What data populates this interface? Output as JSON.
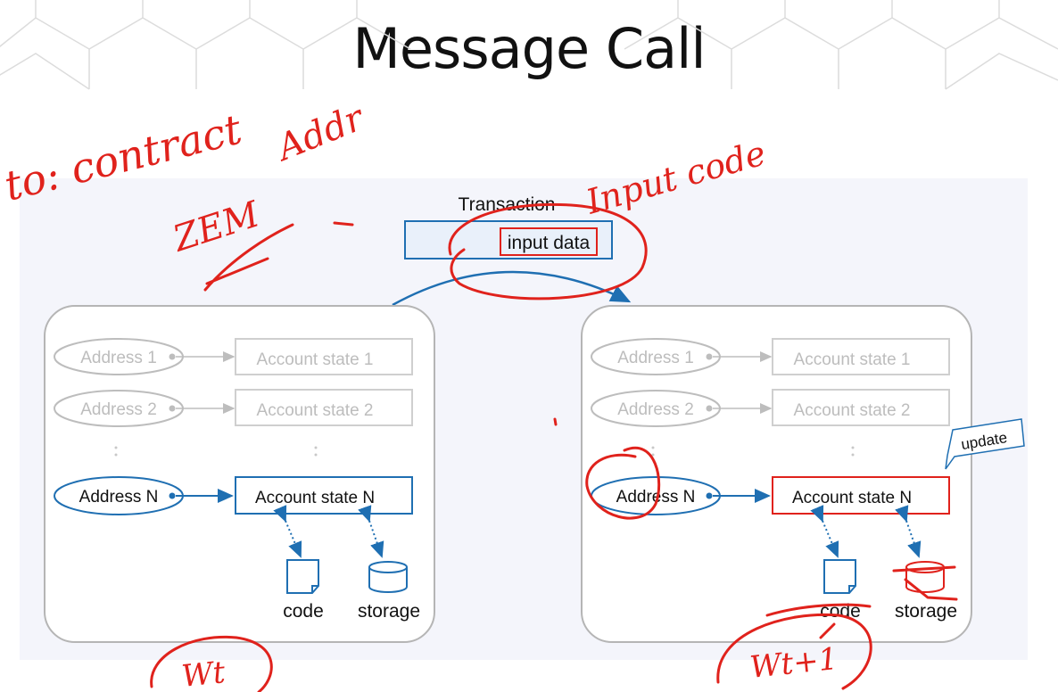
{
  "title": "Message Call",
  "transaction": {
    "label": "Transaction",
    "input_label": "input data"
  },
  "states": [
    {
      "rows": [
        {
          "address": "Address 1",
          "account": "Account state 1"
        },
        {
          "address": "Address 2",
          "account": "Account state 2"
        },
        {
          "address": "Address N",
          "account": "Account state N"
        }
      ],
      "code_label": "code",
      "storage_label": "storage"
    },
    {
      "rows": [
        {
          "address": "Address 1",
          "account": "Account state 1"
        },
        {
          "address": "Address 2",
          "account": "Account state 2"
        },
        {
          "address": "Address N",
          "account": "Account state N"
        }
      ],
      "code_label": "code",
      "storage_label": "storage",
      "callout": "update"
    }
  ],
  "handwriting": {
    "top_left_line1": "to: contract",
    "top_left_line2": "Addr",
    "left_mid": "ZEM",
    "input_note": "Input code",
    "bottom_left": "Wt",
    "bottom_right": "Wt+1"
  },
  "colors": {
    "blue": "#1f6fb2",
    "gray": "#bdbdbd",
    "red_pen": "#e0221c",
    "panel_bg": "#f4f5fb"
  }
}
